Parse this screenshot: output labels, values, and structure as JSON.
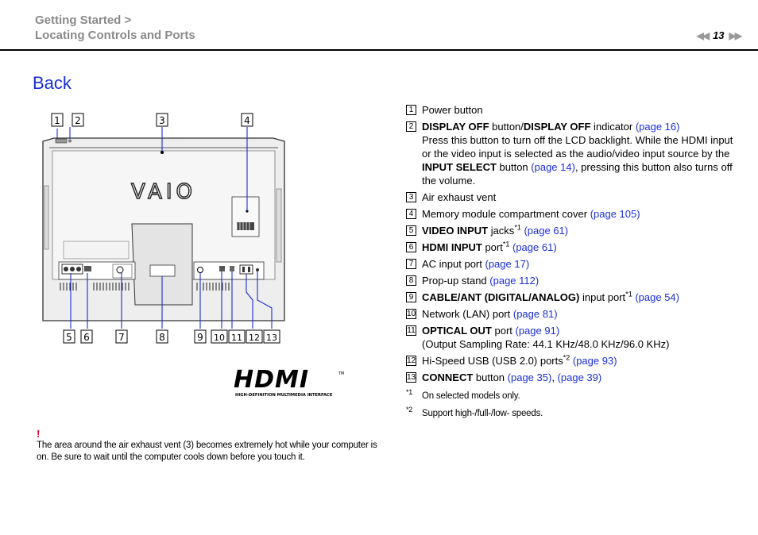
{
  "header": {
    "breadcrumb_line1": "Getting Started >",
    "breadcrumb_line2": "Locating Controls and Ports",
    "page_number": "13",
    "prev_arrow": "◀◀",
    "next_arrow": "▶▶"
  },
  "page_title": "Back",
  "figure": {
    "brand": "VAIO",
    "callouts": [
      "1",
      "2",
      "3",
      "4",
      "5",
      "6",
      "7",
      "8",
      "9",
      "10",
      "11",
      "12",
      "13"
    ]
  },
  "hdmi_logo": {
    "word": "HDMI",
    "tm": "TM",
    "tagline": "HIGH-DEFINITION MULTIMEDIA INTERFACE"
  },
  "warning": {
    "mark": "!",
    "text": "The area around the air exhaust vent (3) becomes extremely hot while your computer is on. Be sure to wait until the computer cools down before you touch it."
  },
  "items": [
    {
      "num": "1",
      "bold": "",
      "text": "Power button",
      "sup": "",
      "link": "",
      "link2": "",
      "desc": ""
    },
    {
      "num": "2",
      "bold": "DISPLAY OFF",
      "text": " button/DISPLAY OFF indicator ",
      "sup": "",
      "link": "(page 16)",
      "link2": "",
      "desc": "Press this button to turn off the LCD backlight. While the HDMI input or the video input is selected as the audio/video input source by the INPUT SELECT button (page 14), pressing this button also turns off the volume."
    },
    {
      "num": "3",
      "bold": "",
      "text": "Air exhaust vent",
      "sup": "",
      "link": "",
      "link2": "",
      "desc": ""
    },
    {
      "num": "4",
      "bold": "",
      "text": "Memory module compartment cover ",
      "sup": "",
      "link": "(page 105)",
      "link2": "",
      "desc": ""
    },
    {
      "num": "5",
      "bold": "VIDEO INPUT",
      "text": " jacks",
      "sup": "*1",
      "link": "(page 61)",
      "link2": "",
      "desc": ""
    },
    {
      "num": "6",
      "bold": "HDMI INPUT",
      "text": " port",
      "sup": "*1",
      "link": "(page 61)",
      "link2": "",
      "desc": ""
    },
    {
      "num": "7",
      "bold": "",
      "text": "AC input port ",
      "sup": "",
      "link": "(page 17)",
      "link2": "",
      "desc": ""
    },
    {
      "num": "8",
      "bold": "",
      "text": "Prop-up stand ",
      "sup": "",
      "link": "(page 112)",
      "link2": "",
      "desc": ""
    },
    {
      "num": "9",
      "bold": "CABLE/ANT (DIGITAL/ANALOG)",
      "text": " input port",
      "sup": "*1",
      "link": "(page 54)",
      "link2": "",
      "desc": ""
    },
    {
      "num": "10",
      "bold": "",
      "text": "Network (LAN) port ",
      "sup": "",
      "link": "(page 81)",
      "link2": "",
      "desc": ""
    },
    {
      "num": "11",
      "bold": "OPTICAL OUT",
      "text": " port ",
      "sup": "",
      "link": "(page 91)",
      "link2": "",
      "desc": "(Output Sampling Rate: 44.1 KHz/48.0 KHz/96.0 KHz)"
    },
    {
      "num": "12",
      "bold": "",
      "text": "Hi-Speed USB (USB 2.0) ports",
      "sup": "*2",
      "link": "(page 93)",
      "link2": "",
      "desc": ""
    },
    {
      "num": "13",
      "bold": "CONNECT",
      "text": " button ",
      "sup": "",
      "link": "(page 35)",
      "link2": "(page 39)",
      "desc": ""
    }
  ],
  "footnotes": [
    {
      "mark": "*1",
      "text": "On selected models only."
    },
    {
      "mark": "*2",
      "text": "Support high-/full-/low- speeds."
    }
  ]
}
